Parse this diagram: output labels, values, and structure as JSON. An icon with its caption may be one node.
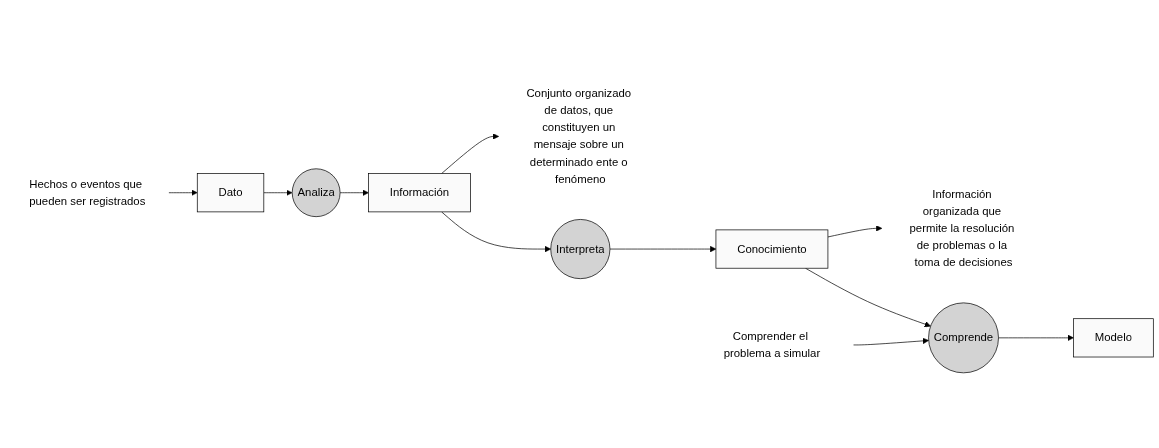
{
  "diagram": {
    "nodes": [
      {
        "text": [
          "Hechos o eventos que pueden ser registrados"
        ]
      },
      {
        "text": [
          "Dato"
        ]
      },
      {
        "text": [
          "Analiza"
        ]
      },
      {
        "text": [
          "Información"
        ]
      },
      {
        "text": [
          "Conjunto organizado de datos, que constituyen un mensaje sobre un determinado ente o fenómeno"
        ]
      },
      {
        "text": [
          "Interpreta"
        ]
      },
      {
        "text": [
          "Conocimiento"
        ]
      },
      {
        "text": [
          "Información organizada que permite la resolución de problemas o la toma de decisiones"
        ]
      },
      {
        "text": [
          "Comprender el problema a simular"
        ]
      },
      {
        "text": [
          "Comprende"
        ]
      },
      {
        "text": [
          "Modelo"
        ]
      }
    ],
    "edges": [
      {
        "from": 0,
        "to": 1,
        "arrow": "to"
      },
      {
        "from": 1,
        "to": 2,
        "arrow": "to"
      },
      {
        "from": 2,
        "to": 3,
        "arrow": "to"
      },
      {
        "from": 3,
        "to": 4,
        "arrow": "to"
      },
      {
        "from": 3,
        "to": 5,
        "arrow": "to"
      },
      {
        "from": 5,
        "to": 6,
        "arrow": "to"
      },
      {
        "from": 6,
        "to": 7,
        "arrow": "to"
      },
      {
        "from": 8,
        "to": 9,
        "arrow": "to"
      },
      {
        "from": 6,
        "to": 9,
        "arrow": "to"
      },
      {
        "from": 9,
        "to": 10,
        "arrow": "to"
      }
    ]
  }
}
